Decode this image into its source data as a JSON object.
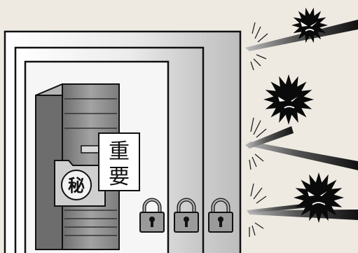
{
  "illustration": {
    "theme": "security-defense",
    "colors": {
      "background": "#eeeae2",
      "ink": "#111111",
      "server_gray": "#8c8c8c",
      "lock_gray": "#9a9a9a",
      "virus_black": "#0a0a0a"
    },
    "labels": {
      "important_char_1": "重",
      "important_char_2": "要",
      "secret": "秘"
    },
    "icons": {
      "server": "server-tower-icon",
      "document": "secret-document-icon",
      "lock": "padlock-icon",
      "attacker": "virus-icon"
    },
    "locks_count": 3,
    "attackers_count": 3
  }
}
